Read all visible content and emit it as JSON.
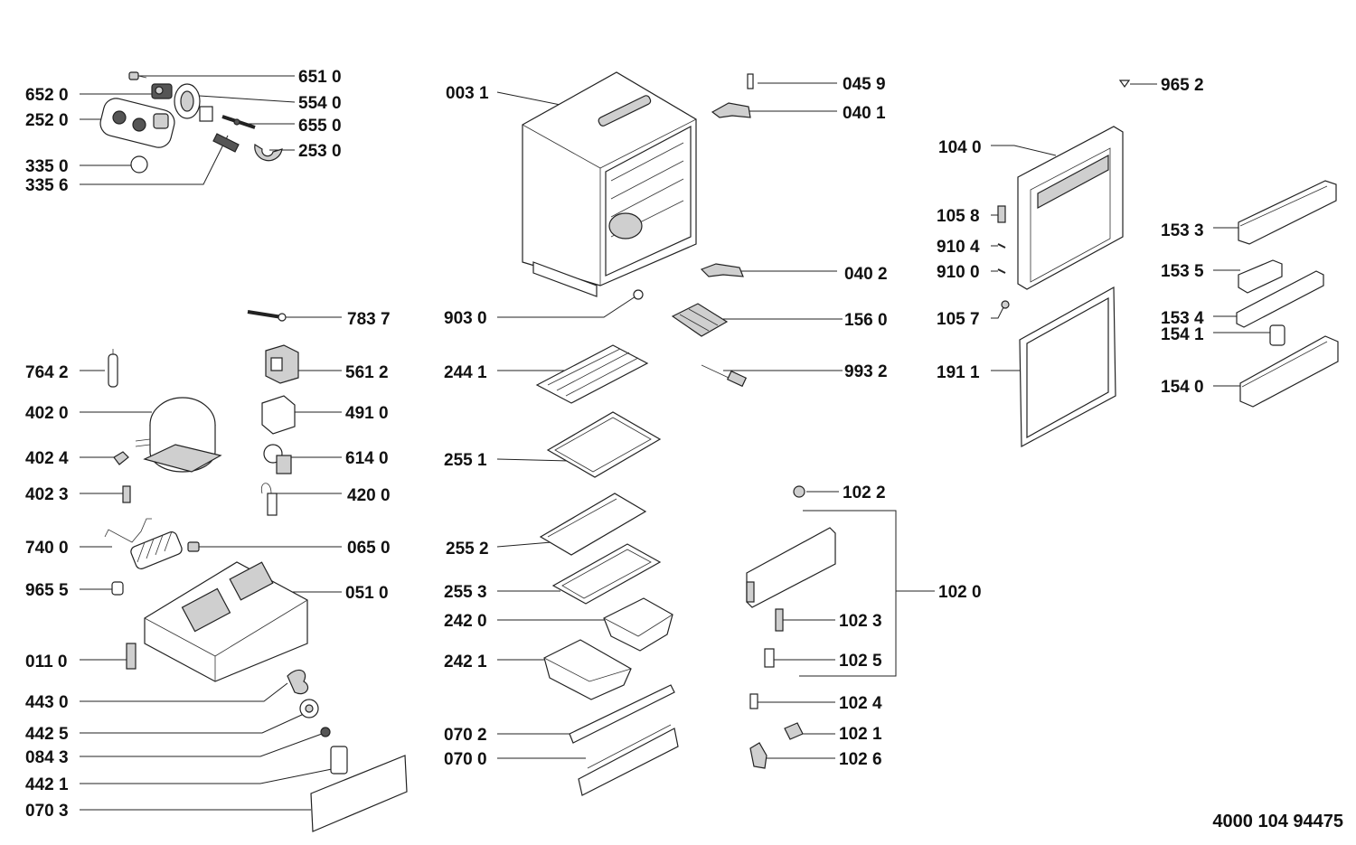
{
  "diagram_ref": "4000 104 94475",
  "labels": {
    "p6510": "651 0",
    "p6520": "652 0",
    "p5540": "554 0",
    "p2520": "252 0",
    "p6550": "655 0",
    "p2530": "253 0",
    "p3350": "335 0",
    "p3356": "335 6",
    "p0031": "003 1",
    "p0459": "045 9",
    "p0401": "040 1",
    "p9652": "965 2",
    "p1040": "104 0",
    "p1058": "105 8",
    "p9104": "910 4",
    "p9100": "910 0",
    "p0402": "040 2",
    "p1533": "153 3",
    "p1535": "153 5",
    "p7837": "783 7",
    "p9030": "903 0",
    "p1560": "156 0",
    "p1057": "105 7",
    "p1534": "153 4",
    "p1541": "154 1",
    "p7642": "764 2",
    "p5612": "561 2",
    "p2441": "244 1",
    "p9932": "993 2",
    "p1911": "191 1",
    "p1540": "154 0",
    "p4020": "402 0",
    "p4910": "491 0",
    "p4024": "402 4",
    "p6140": "614 0",
    "p2551": "255 1",
    "p4023": "402 3",
    "p4200": "420 0",
    "p1022": "102 2",
    "p7400": "740 0",
    "p0650": "065 0",
    "p2552": "255 2",
    "p9655": "965 5",
    "p0510": "051 0",
    "p2553": "255 3",
    "p1020": "102 0",
    "p2420": "242 0",
    "p1023": "102 3",
    "p0110": "011 0",
    "p2421": "242 1",
    "p1025": "102 5",
    "p4430": "443 0",
    "p1024": "102 4",
    "p4425": "442 5",
    "p0702": "070 2",
    "p1021": "102 1",
    "p0843": "084 3",
    "p0700": "070 0",
    "p1026": "102 6",
    "p4421": "442 1",
    "p0703": "070 3"
  }
}
